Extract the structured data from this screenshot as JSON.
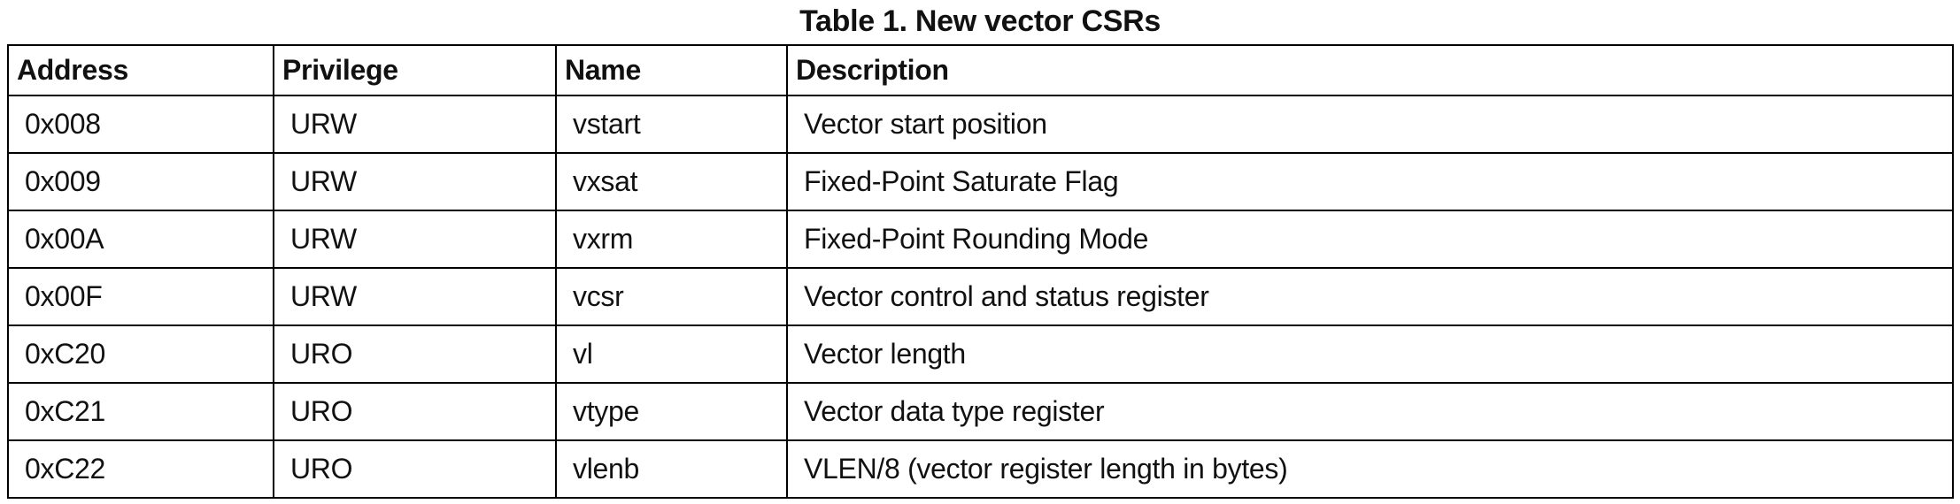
{
  "caption": "Table 1. New vector CSRs",
  "table": {
    "columns": [
      "Address",
      "Privilege",
      "Name",
      "Description"
    ],
    "rows": [
      {
        "address": "0x008",
        "privilege": "URW",
        "name": "vstart",
        "description": "Vector start position"
      },
      {
        "address": "0x009",
        "privilege": "URW",
        "name": "vxsat",
        "description": "Fixed-Point Saturate Flag"
      },
      {
        "address": "0x00A",
        "privilege": "URW",
        "name": "vxrm",
        "description": "Fixed-Point Rounding Mode"
      },
      {
        "address": "0x00F",
        "privilege": "URW",
        "name": "vcsr",
        "description": "Vector control and status register"
      },
      {
        "address": "0xC20",
        "privilege": "URO",
        "name": "vl",
        "description": "Vector length"
      },
      {
        "address": "0xC21",
        "privilege": "URO",
        "name": "vtype",
        "description": "Vector data type register"
      },
      {
        "address": "0xC22",
        "privilege": "URO",
        "name": "vlenb",
        "description": "VLEN/8 (vector register length in bytes)"
      }
    ]
  },
  "colors": {
    "text": "#111111",
    "border": "#000000",
    "background": "#ffffff"
  }
}
